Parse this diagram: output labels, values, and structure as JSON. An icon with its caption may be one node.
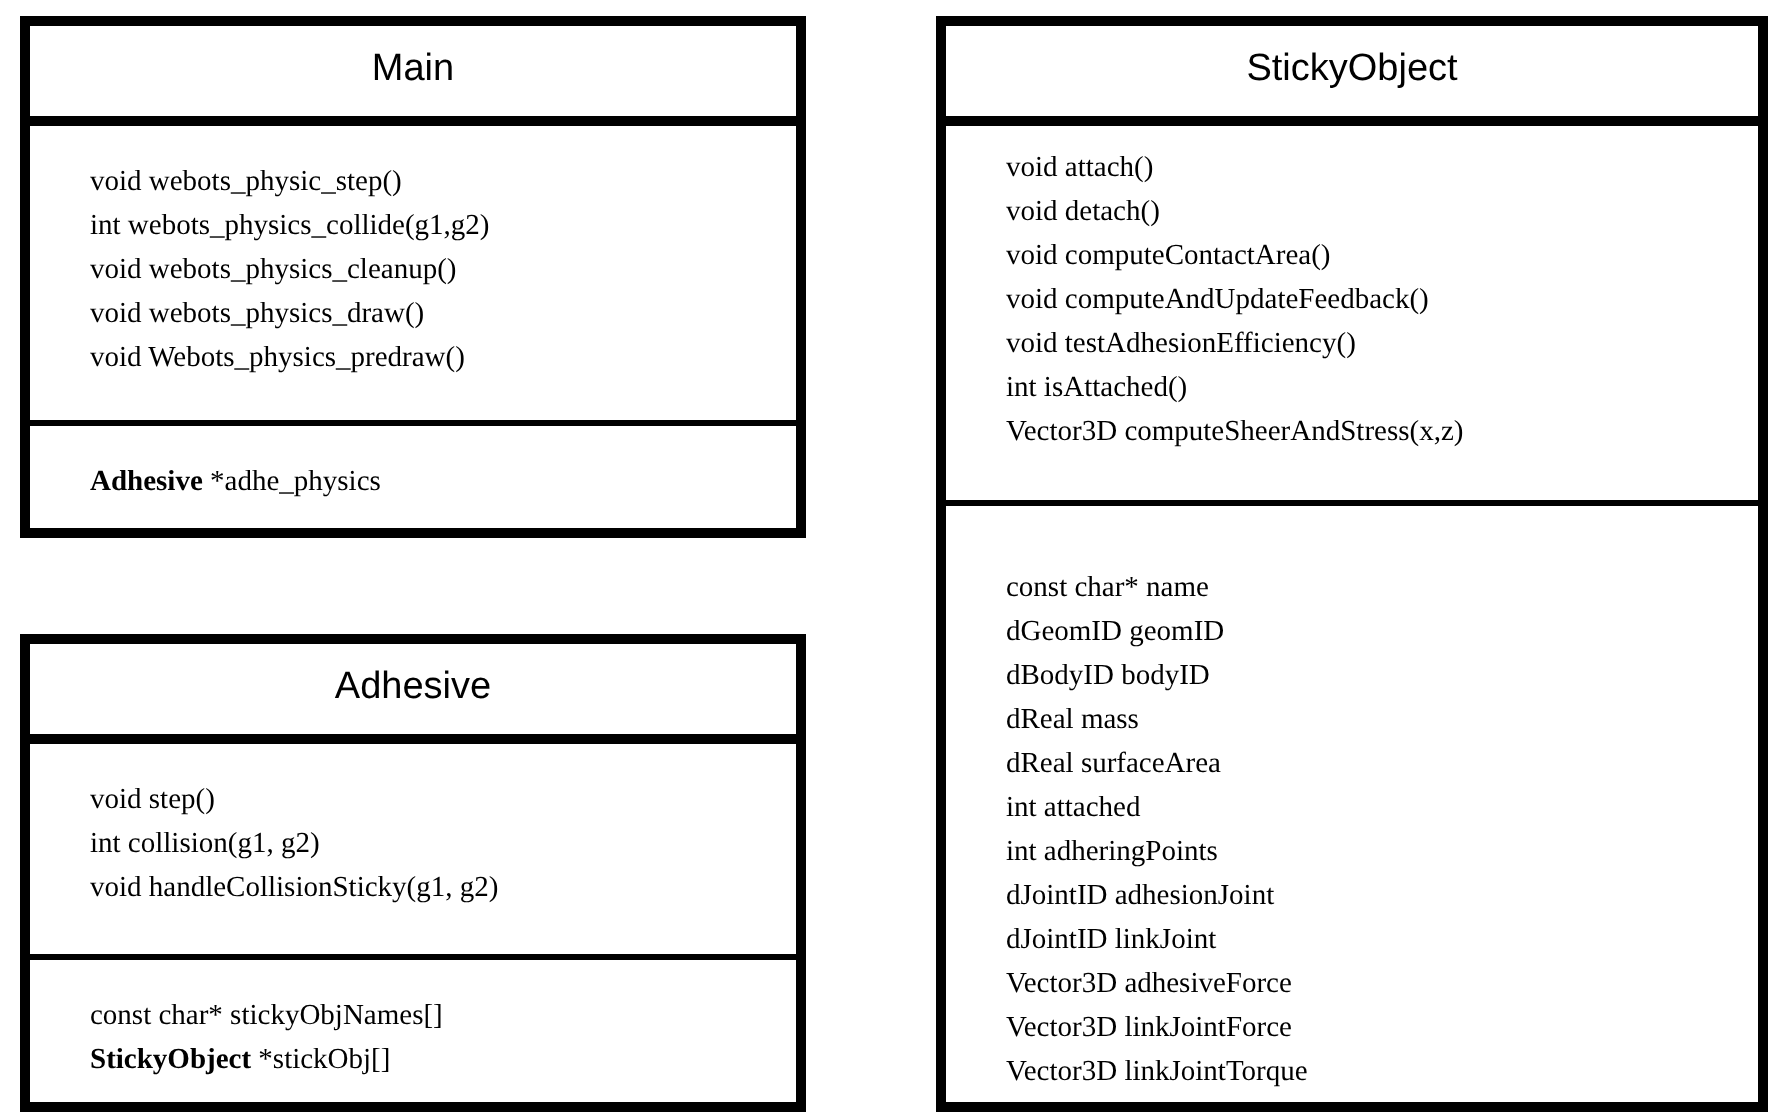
{
  "diagram": {
    "nodes": [
      {
        "text": [
          "Main"
        ]
      },
      {
        "text": [
          "void webots_physic_step()",
          "int webots_physics_collide(g1,g2)",
          "void webots_physics_cleanup()",
          "void webots_physics_draw()",
          "void Webots_physics_predraw()"
        ],
        "in": 0
      },
      {
        "text": [
          "**Adhesive** *adhe_physics"
        ],
        "in": 0
      },
      {
        "text": [
          "Adhesive"
        ]
      },
      {
        "text": [
          "void step()",
          "int collision(g1, g2)",
          "void handleCollisionSticky(g1, g2)"
        ],
        "in": 3
      },
      {
        "text": [
          "const char* stickyObjNames[]",
          "**StickyObject** *stickObj[]"
        ],
        "in": 3
      },
      {
        "text": [
          "StickyObject"
        ]
      },
      {
        "text": [
          "void attach()",
          "void detach()",
          "void computeContactArea()",
          "void computeAndUpdateFeedback()",
          "void testAdhesionEfficiency()",
          "int isAttached()",
          "Vector3D computeSheerAndStress(x,z)"
        ],
        "in": 6
      },
      {
        "text": [
          "const char* name",
          "dGeomID geomID",
          "dBodyID bodyID",
          "dReal mass",
          "dReal surfaceArea",
          "int attached",
          "int adheringPoints",
          "dJointID adhesionJoint",
          "dJointID linkJoint",
          "Vector3D adhesiveForce",
          "Vector3D linkJointForce",
          "Vector3D linkJointTorque"
        ],
        "in": 6
      }
    ]
  }
}
